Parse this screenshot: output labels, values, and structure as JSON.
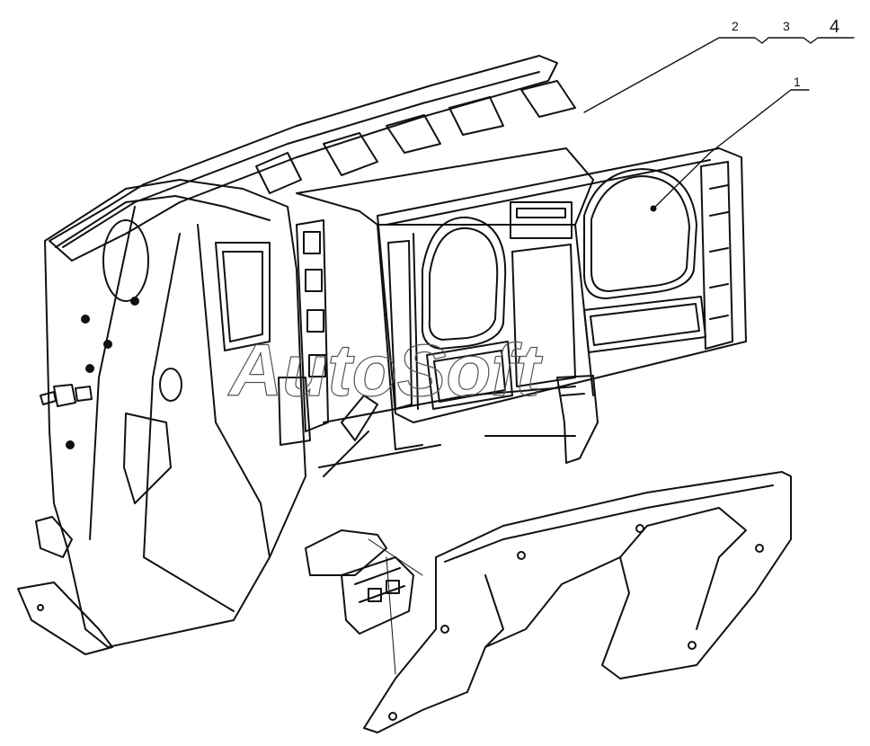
{
  "callouts": {
    "label_1": "1",
    "label_2": "2",
    "label_3": "3",
    "label_4": "4"
  },
  "watermark": "AutoSoft",
  "colors": {
    "line": "#111111",
    "background": "#ffffff",
    "watermark_outline": "#555555"
  }
}
